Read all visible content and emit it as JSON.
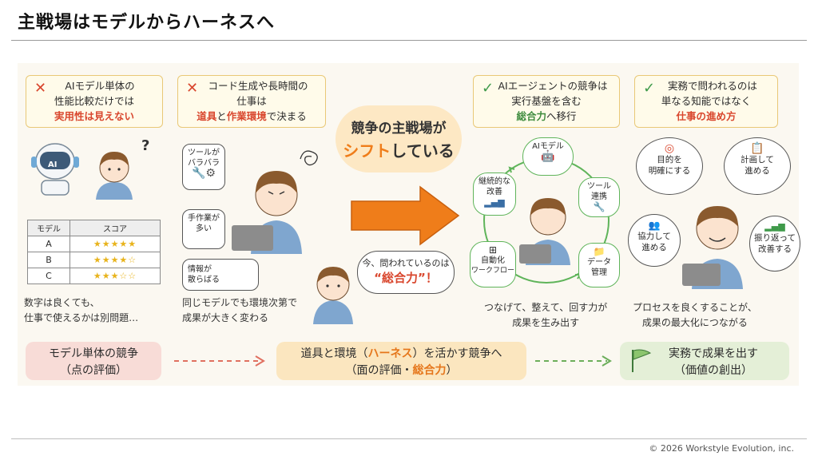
{
  "slide": {
    "title": "主戦場はモデルからハーネスへ",
    "copyright": "© 2026 Workstyle Evolution, inc."
  },
  "cards": [
    {
      "icon": "✕",
      "line1": "AIモデル単体の",
      "line2": "性能比較だけでは",
      "line3": "実用性は見えない"
    },
    {
      "icon": "✕",
      "line1": "コード生成や長時間の",
      "line2": "仕事は",
      "line3a": "道具",
      "line3b": "と",
      "line3c": "作業環境",
      "line3d": "で決まる"
    },
    {
      "icon": "✓",
      "line1": "AIエージェントの競争は",
      "line2": "実行基盤を含む",
      "line3a": "総合力",
      "line3b": "へ移行"
    },
    {
      "icon": "✓",
      "line1": "実務で問われるのは",
      "line2": "単なる知能ではなく",
      "line3": "仕事の進め方"
    }
  ],
  "center": {
    "shift_line1": "競争の主戦場が",
    "shift_line2a": "シフト",
    "shift_line2b": "している",
    "speech_line1": "今、問われているのは",
    "speech_line2": "“総合力”！"
  },
  "panel1": {
    "robot_label": "AI",
    "question_mark": "?",
    "table_header": [
      "モデル",
      "スコア"
    ],
    "table_rows": [
      {
        "model": "A",
        "stars": "★★★★★"
      },
      {
        "model": "B",
        "stars": "★★★★☆"
      },
      {
        "model": "C",
        "stars": "★★★☆☆"
      }
    ],
    "caption1": "数字は良くても、",
    "caption2": "仕事で使えるかは別問題…"
  },
  "panel2": {
    "bubble1a": "ツールが",
    "bubble1b": "バラバラ",
    "bubble2a": "手作業が",
    "bubble2b": "多い",
    "bubble3a": "情報が",
    "bubble3b": "散らばる",
    "caption1": "同じモデルでも環境次第で",
    "caption2": "成果が大きく変わる"
  },
  "panel3": {
    "node_top": "AIモデル",
    "node_right_top_a": "ツール",
    "node_right_top_b": "連携",
    "node_right_bottom_a": "データ",
    "node_right_bottom_b": "管理",
    "node_left_bottom_a": "自動化",
    "node_left_bottom_b": "ワークフロー",
    "node_left_top_a": "継続的な",
    "node_left_top_b": "改善",
    "caption1": "つなげて、整えて、回す力が",
    "caption2": "成果を生み出す"
  },
  "panel4": {
    "cloud1a": "目的を",
    "cloud1b": "明確にする",
    "cloud2a": "計画して",
    "cloud2b": "進める",
    "cloud3a": "協力して",
    "cloud3b": "進める",
    "cloud4a": "振り返って",
    "cloud4b": "改善する",
    "caption1": "プロセスを良くすることが、",
    "caption2": "成果の最大化につながる"
  },
  "bands": {
    "b1_line1": "モデル単体の競争",
    "b1_line2": "（点の評価）",
    "b2_line1a": "道具と環境（",
    "b2_line1b": "ハーネス",
    "b2_line1c": "）を活かす競争へ",
    "b2_line2a": "（面の評価・",
    "b2_line2b": "総合力",
    "b2_line2c": "）",
    "b3_line1": "実務で成果を出す",
    "b3_line2": "（価値の創出）"
  },
  "colors": {
    "red": "#d9472e",
    "green": "#3f9a4a",
    "orange": "#ef7d1a",
    "card_border": "#e9c877"
  }
}
